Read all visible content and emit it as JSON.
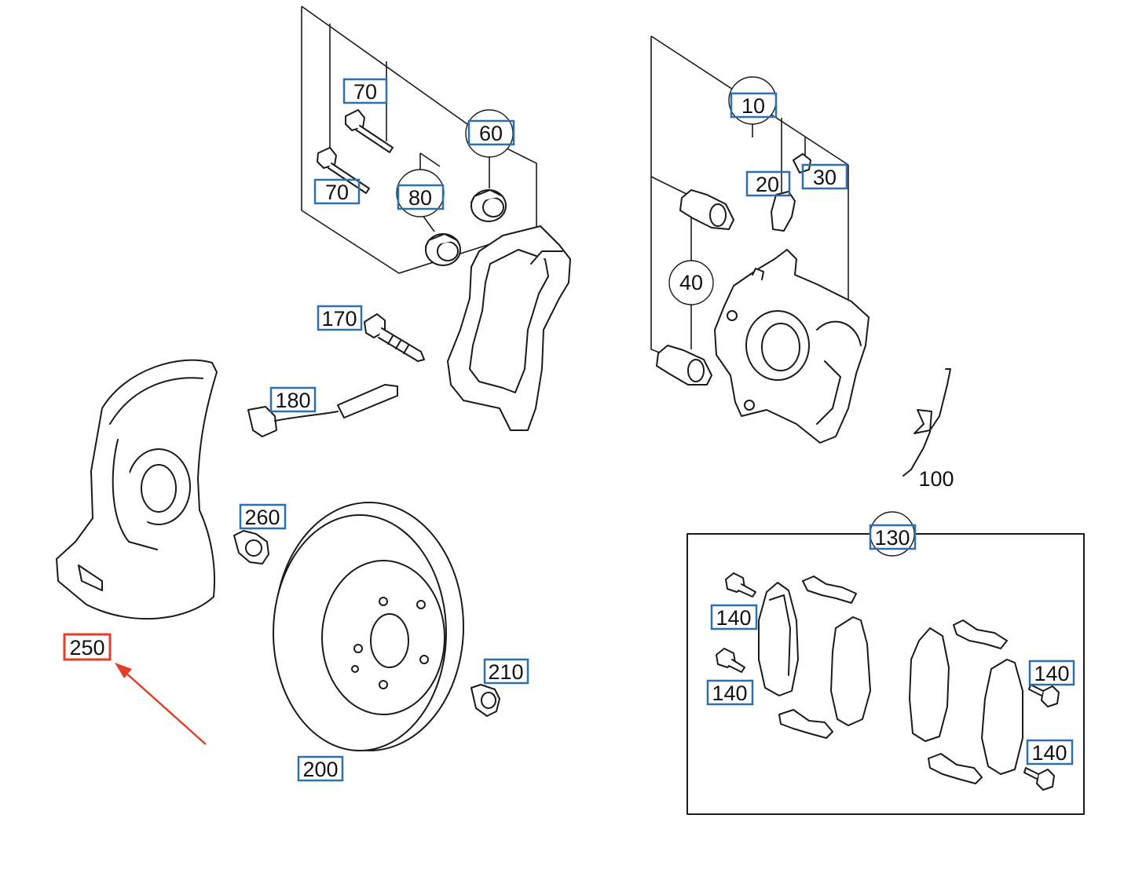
{
  "diagram": {
    "colors": {
      "line": "#1a1a1a",
      "label_box": "#2f6fad",
      "highlight": "#e0402a",
      "background": "#ffffff"
    },
    "labels": {
      "p70a": "70",
      "p70b": "70",
      "p60": "60",
      "p80": "80",
      "p10": "10",
      "p20": "20",
      "p30": "30",
      "p40": "40",
      "p170": "170",
      "p180": "180",
      "p100": "100",
      "p260": "260",
      "p130": "130",
      "p250": "250",
      "p210": "210",
      "p200": "200",
      "p140a": "140",
      "p140b": "140",
      "p140c": "140",
      "p140d": "140"
    }
  }
}
